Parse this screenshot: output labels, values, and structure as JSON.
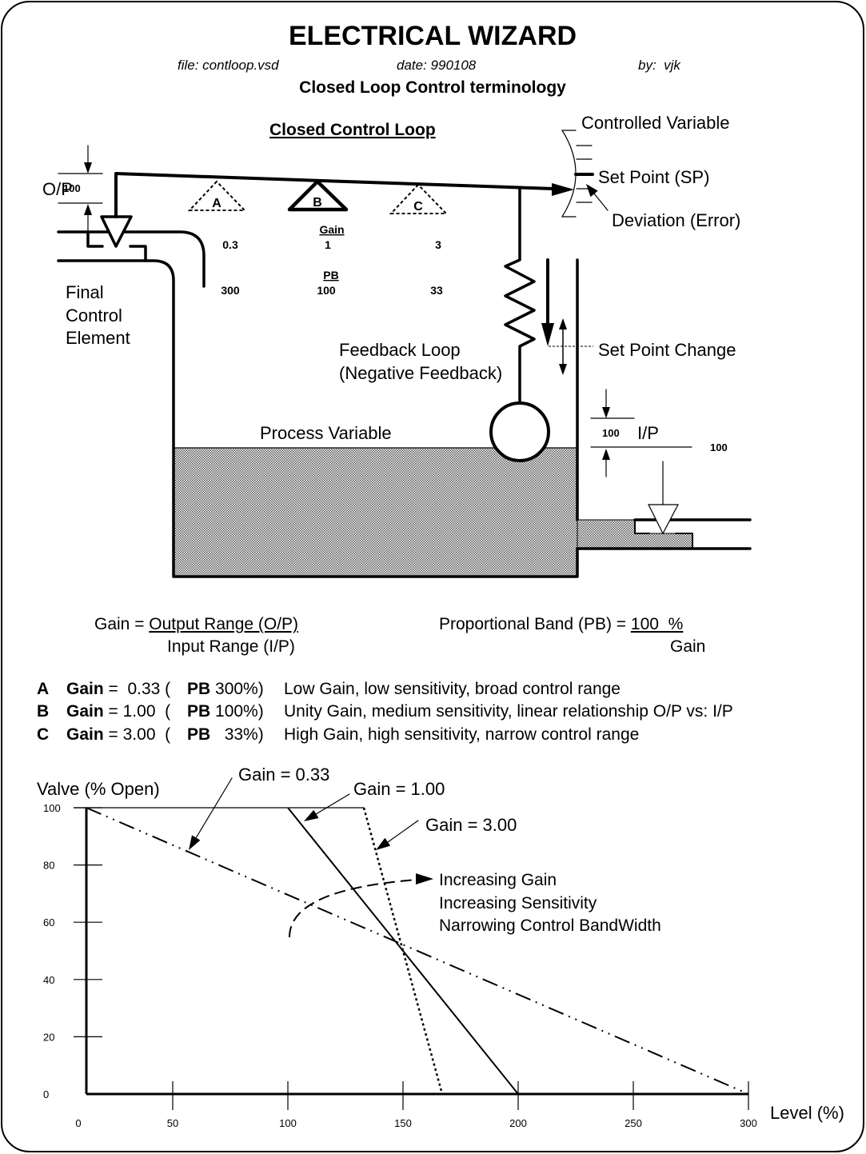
{
  "header": {
    "title": "ELECTRICAL WIZARD",
    "file": "file: contloop.vsd",
    "date": "date: 990108",
    "by": "by:  vjk",
    "subtitle": "Closed Loop Control terminology"
  },
  "diagram": {
    "title": "Closed Control Loop",
    "op_label": "O/P",
    "op_value": "100",
    "ip_label": "I/P",
    "ip_value": "100",
    "ip_range_value": "100",
    "final_control_element": [
      "Final",
      "Control",
      "Element"
    ],
    "controlled_variable": "Controlled Variable",
    "set_point": "Set Point (SP)",
    "deviation": "Deviation (Error)",
    "set_point_change": "Set Point Change",
    "feedback_loop": [
      "Feedback Loop",
      "(Negative Feedback)"
    ],
    "process_variable": "Process Variable",
    "gain_header": "Gain",
    "pb_header": "PB",
    "pivots": [
      {
        "label": "A",
        "gain": "0.3",
        "pb": "300"
      },
      {
        "label": "B",
        "gain": "1",
        "pb": "100"
      },
      {
        "label": "C",
        "gain": "3",
        "pb": "33"
      }
    ]
  },
  "formulas": {
    "gain": {
      "lhs": "Gain = ",
      "numerator": "Output Range (O/P)",
      "denominator": "Input Range (I/P)"
    },
    "pb": {
      "lhs": "Proportional Band (PB) = ",
      "numerator": "100  %",
      "denominator": "Gain"
    }
  },
  "legend": {
    "rows": [
      {
        "letter": "A",
        "gain_label": "Gain",
        "gain_value": " =  0.33 (",
        "pb_label": "PB",
        "pb_value": " 300%)",
        "description": "Low Gain, low sensitivity, broad control range"
      },
      {
        "letter": "B",
        "gain_label": "Gain",
        "gain_value": " = 1.00  (",
        "pb_label": "PB",
        "pb_value": " 100%)",
        "description": "Unity Gain, medium sensitivity, linear relationship O/P vs: I/P"
      },
      {
        "letter": "C",
        "gain_label": "Gain",
        "gain_value": " = 3.00  (",
        "pb_label": "PB",
        "pb_value": "   33%)",
        "description": "High Gain, high sensitivity, narrow control range"
      }
    ]
  },
  "chart_data": {
    "type": "line",
    "title": "",
    "xlabel": "Level (%)",
    "ylabel": "Valve (% Open)",
    "xlim": [
      0,
      300
    ],
    "ylim": [
      0,
      100
    ],
    "x_ticks": [
      0,
      50,
      100,
      150,
      200,
      250,
      300
    ],
    "y_ticks": [
      0,
      20,
      40,
      60,
      80,
      100
    ],
    "grid": false,
    "valve_limit": {
      "y": 100,
      "x_end": 133
    },
    "series": [
      {
        "name": "Gain = 0.33",
        "style": "dash-dot-dot",
        "points": [
          [
            0,
            100
          ],
          [
            300,
            0
          ]
        ]
      },
      {
        "name": "Gain = 1.00",
        "style": "solid",
        "points": [
          [
            100,
            100
          ],
          [
            200,
            0
          ]
        ]
      },
      {
        "name": "Gain = 3.00",
        "style": "dotted",
        "points": [
          [
            133,
            100
          ],
          [
            167,
            0
          ]
        ]
      }
    ],
    "annotations": [
      "Increasing Gain",
      "Increasing Sensitivity",
      "Narrowing Control BandWidth"
    ]
  }
}
